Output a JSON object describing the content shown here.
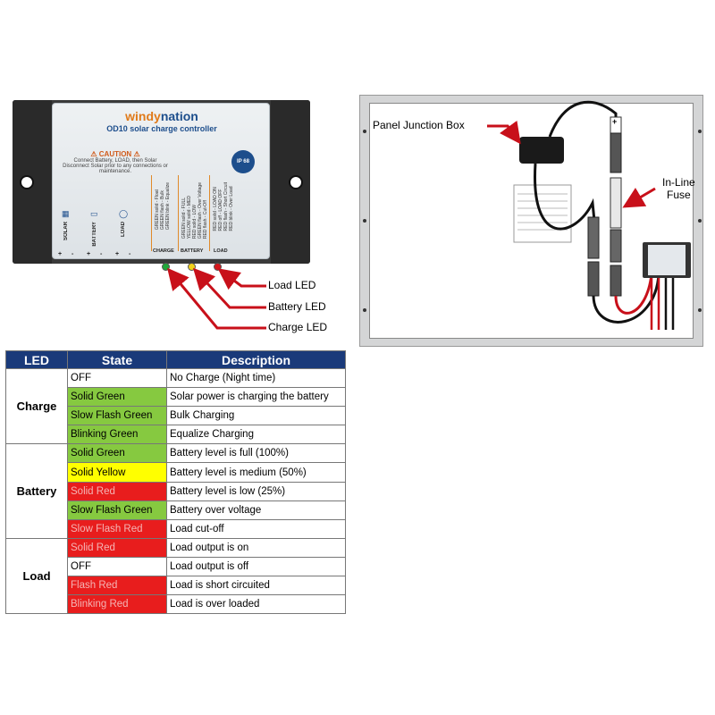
{
  "controller": {
    "brand_part1": "windy",
    "brand_part2": "nation",
    "model": "OD10 solar charge controller",
    "caution_title": "CAUTION",
    "caution_line1": "Connect Battery, LOAD, then Solar",
    "caution_line2": "Disconnect Solar prior to any connections or maintenance.",
    "ip_badge": "IP 68",
    "terminals": [
      "SOLAR",
      "BATTERY",
      "LOAD"
    ],
    "terminal_signs": [
      "+",
      "-",
      "+",
      "-",
      "+",
      "-"
    ],
    "led_captions": [
      "CHARGE",
      "BATTERY",
      "LOAD"
    ],
    "charge_legend": [
      "GREEN solid - Float",
      "GREEN flash - Bulk",
      "GREEN blink - Equalize"
    ],
    "battery_legend": [
      "GREEN solid - FULL",
      "YELLOW solid - MED",
      "RED solid - LOW",
      "GREEN flash - Over Voltage",
      "RED flash - Cut-Off"
    ],
    "load_legend": [
      "RED solid - LOAD ON",
      "RED off - LOAD OFF",
      "RED flash - Short Circuit",
      "RED blink - Over Load"
    ],
    "icon_colors": {
      "charge_led": "#21a63a",
      "battery_led": "#f2d21a",
      "load_led": "#d4151a"
    }
  },
  "callouts": {
    "load": "Load LED",
    "battery": "Battery LED",
    "charge": "Charge LED"
  },
  "wiring": {
    "junction_box": "Panel Junction Box",
    "fuse_line1": "In-Line",
    "fuse_line2": "Fuse",
    "plus": "+",
    "minus": "-"
  },
  "table": {
    "headers": [
      "LED",
      "State",
      "Description"
    ],
    "groups": [
      {
        "led": "Charge",
        "rows": [
          {
            "state": "OFF",
            "color": "none",
            "description": "No Charge (Night time)"
          },
          {
            "state": "Solid Green",
            "color": "green",
            "description": "Solar power is charging the battery"
          },
          {
            "state": "Slow Flash Green",
            "color": "green",
            "description": "Bulk Charging"
          },
          {
            "state": "Blinking Green",
            "color": "green",
            "description": "Equalize Charging"
          }
        ]
      },
      {
        "led": "Battery",
        "rows": [
          {
            "state": "Solid Green",
            "color": "green",
            "description": "Battery level is full (100%)"
          },
          {
            "state": "Solid Yellow",
            "color": "yellow",
            "description": "Battery level is medium (50%)"
          },
          {
            "state": "Solid Red",
            "color": "red",
            "description": "Battery level is low (25%)"
          },
          {
            "state": "Slow Flash Green",
            "color": "green",
            "description": "Battery over voltage"
          },
          {
            "state": "Slow Flash Red",
            "color": "red",
            "description": "Load cut-off"
          }
        ]
      },
      {
        "led": "Load",
        "rows": [
          {
            "state": "Solid Red",
            "color": "red",
            "description": "Load output is on"
          },
          {
            "state": "OFF",
            "color": "none",
            "description": "Load output is off"
          },
          {
            "state": "Flash Red",
            "color": "red",
            "description": "Load is short circuited"
          },
          {
            "state": "Blinking Red",
            "color": "red",
            "description": "Load is over loaded"
          }
        ]
      }
    ]
  }
}
